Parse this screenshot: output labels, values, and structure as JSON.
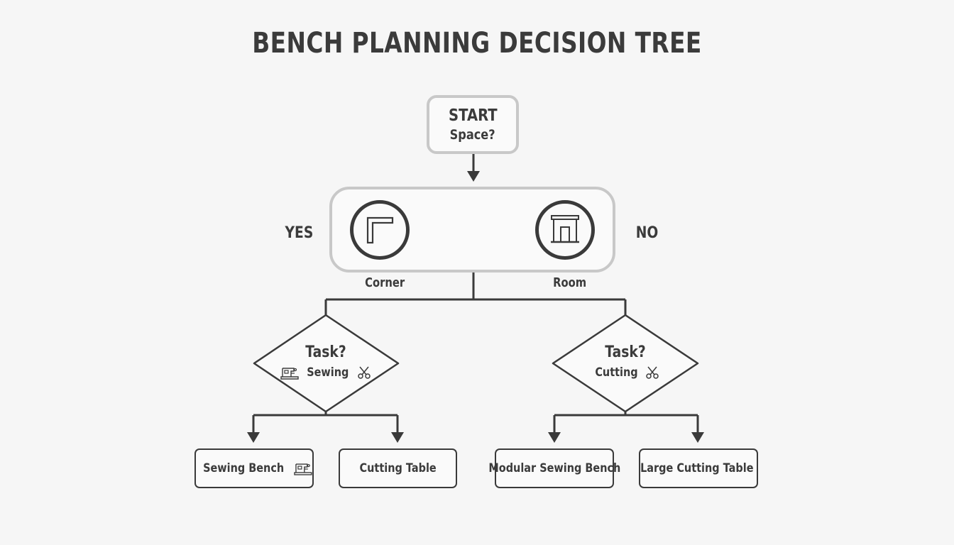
{
  "title": "BENCH PLANNING DECISION TREE",
  "start": {
    "line1": "START",
    "line2": "Space?"
  },
  "space_choice": {
    "yes_label": "YES",
    "no_label": "NO",
    "left_option": {
      "label": "Corner",
      "icon": "corner-icon"
    },
    "right_option": {
      "label": "Room",
      "icon": "room-icon"
    }
  },
  "left_branch": {
    "question": "Task?",
    "option": "Sewing",
    "option_icons": [
      "sewing-machine-icon",
      "scissors-icon"
    ],
    "outcomes": [
      {
        "label": "Sewing Bench",
        "icon": "sewing-machine-icon"
      },
      {
        "label": "Cutting Table",
        "icon": ""
      }
    ]
  },
  "right_branch": {
    "question": "Task?",
    "option": "Cutting",
    "option_icons": [
      "scissors-icon"
    ],
    "outcomes": [
      {
        "label": "Modular Sewing Bench",
        "icon": ""
      },
      {
        "label": "Large Cutting Table",
        "icon": "scissors-icon"
      }
    ]
  },
  "colors": {
    "background": "#f6f6f6",
    "ink": "#3a3a3a",
    "soft_border": "#c8c8c8"
  }
}
